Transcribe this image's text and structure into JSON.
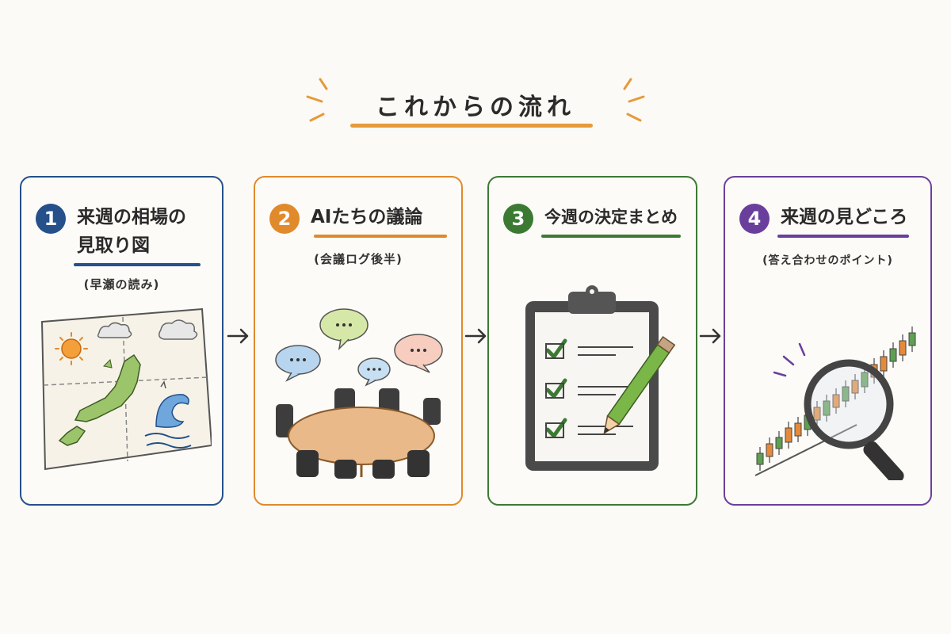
{
  "title": "これからの流れ",
  "colors": {
    "step1": "#25508a",
    "step2": "#e08a2c",
    "step3": "#3c7a34",
    "step4": "#6a3f9c",
    "accent": "#e69a3a"
  },
  "steps": [
    {
      "number": "1",
      "title_line1": "来週の相場の",
      "title_line2": "見取り図",
      "subtitle": "(早瀬の読み)",
      "icon": "japan-weather-map-icon"
    },
    {
      "number": "2",
      "title_line1": "AIたちの議論",
      "subtitle": "(会議ログ後半)",
      "icon": "meeting-table-chat-icon"
    },
    {
      "number": "3",
      "title_line1": "今週の決定まとめ",
      "subtitle": "",
      "icon": "clipboard-checklist-icon"
    },
    {
      "number": "4",
      "title_line1": "来週の見どころ",
      "subtitle": "(答え合わせのポイント)",
      "icon": "magnifier-candlestick-icon"
    }
  ],
  "bubble_text": "・・・"
}
